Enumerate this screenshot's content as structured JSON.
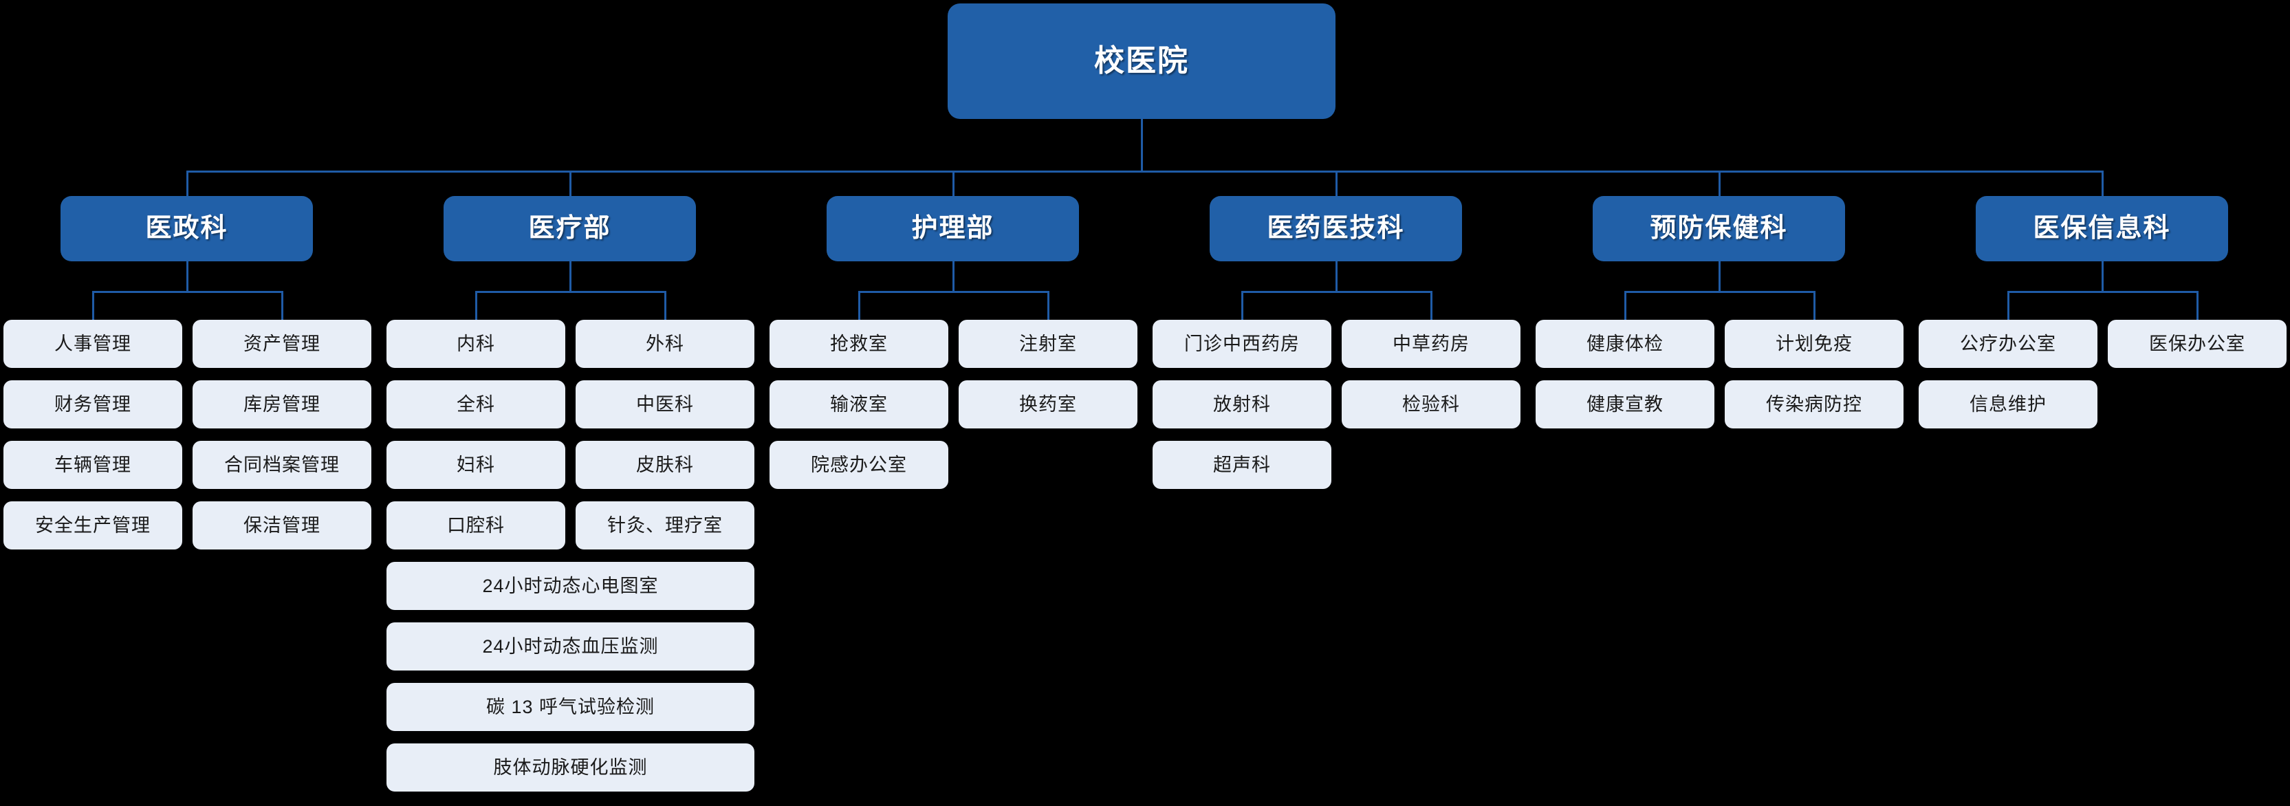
{
  "chart_data": {
    "type": "diagram",
    "diagram_type": "organizational-chart",
    "title": "校医院",
    "orientation": "top-down",
    "levels": 3,
    "colors": {
      "background": "#000000",
      "node_fill": "#2160a8",
      "node_text": "#ffffff",
      "leaf_fill": "#e8eef7",
      "leaf_text": "#1a1a1a",
      "connector": "#1f5ba6"
    }
  },
  "root": {
    "label": "校医院"
  },
  "departments": [
    {
      "label": "医政科",
      "children": [
        {
          "label": "人事管理",
          "span": "half"
        },
        {
          "label": "资产管理",
          "span": "half"
        },
        {
          "label": "财务管理",
          "span": "half"
        },
        {
          "label": "库房管理",
          "span": "half"
        },
        {
          "label": "车辆管理",
          "span": "half"
        },
        {
          "label": "合同档案管理",
          "span": "half"
        },
        {
          "label": "安全生产管理",
          "span": "half"
        },
        {
          "label": "保洁管理",
          "span": "half"
        }
      ]
    },
    {
      "label": "医疗部",
      "children": [
        {
          "label": "内科",
          "span": "half"
        },
        {
          "label": "外科",
          "span": "half"
        },
        {
          "label": "全科",
          "span": "half"
        },
        {
          "label": "中医科",
          "span": "half"
        },
        {
          "label": "妇科",
          "span": "half"
        },
        {
          "label": "皮肤科",
          "span": "half"
        },
        {
          "label": "口腔科",
          "span": "half"
        },
        {
          "label": "针灸、理疗室",
          "span": "half"
        },
        {
          "label": "24小时动态心电图室",
          "span": "full"
        },
        {
          "label": "24小时动态血压监测",
          "span": "full"
        },
        {
          "label": "碳 13 呼气试验检测",
          "span": "full"
        },
        {
          "label": "肢体动脉硬化监测",
          "span": "full"
        }
      ]
    },
    {
      "label": "护理部",
      "children": [
        {
          "label": "抢救室",
          "span": "half"
        },
        {
          "label": "注射室",
          "span": "half"
        },
        {
          "label": "输液室",
          "span": "half"
        },
        {
          "label": "换药室",
          "span": "half"
        },
        {
          "label": "院感办公室",
          "span": "half"
        }
      ]
    },
    {
      "label": "医药医技科",
      "children": [
        {
          "label": "门诊中西药房",
          "span": "half"
        },
        {
          "label": "中草药房",
          "span": "half"
        },
        {
          "label": "放射科",
          "span": "half"
        },
        {
          "label": "检验科",
          "span": "half"
        },
        {
          "label": "超声科",
          "span": "half"
        }
      ]
    },
    {
      "label": "预防保健科",
      "children": [
        {
          "label": "健康体检",
          "span": "half"
        },
        {
          "label": "计划免疫",
          "span": "half"
        },
        {
          "label": "健康宣教",
          "span": "half"
        },
        {
          "label": "传染病防控",
          "span": "half"
        }
      ]
    },
    {
      "label": "医保信息科",
      "children": [
        {
          "label": "公疗办公室",
          "span": "half"
        },
        {
          "label": "医保办公室",
          "span": "half"
        },
        {
          "label": "信息维护",
          "span": "half"
        }
      ]
    }
  ]
}
